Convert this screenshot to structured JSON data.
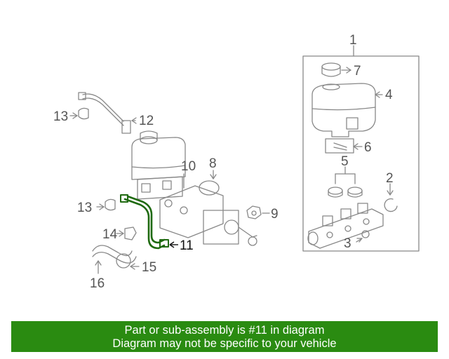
{
  "callouts": {
    "c1": "1",
    "c2": "2",
    "c3": "3",
    "c4": "4",
    "c5": "5",
    "c6": "6",
    "c7": "7",
    "c8": "8",
    "c9": "9",
    "c10": "10",
    "c11": "11",
    "c12": "12",
    "c13a": "13",
    "c13b": "13",
    "c14": "14",
    "c15": "15",
    "c16": "16"
  },
  "banner": {
    "line1": "Part or sub-assembly is #11 in diagram",
    "line2": "Diagram may not be specific to your vehicle"
  },
  "colors": {
    "banner_bg": "#2a8b11",
    "highlight_part": "#1f6a10",
    "line_art": "#888888"
  }
}
